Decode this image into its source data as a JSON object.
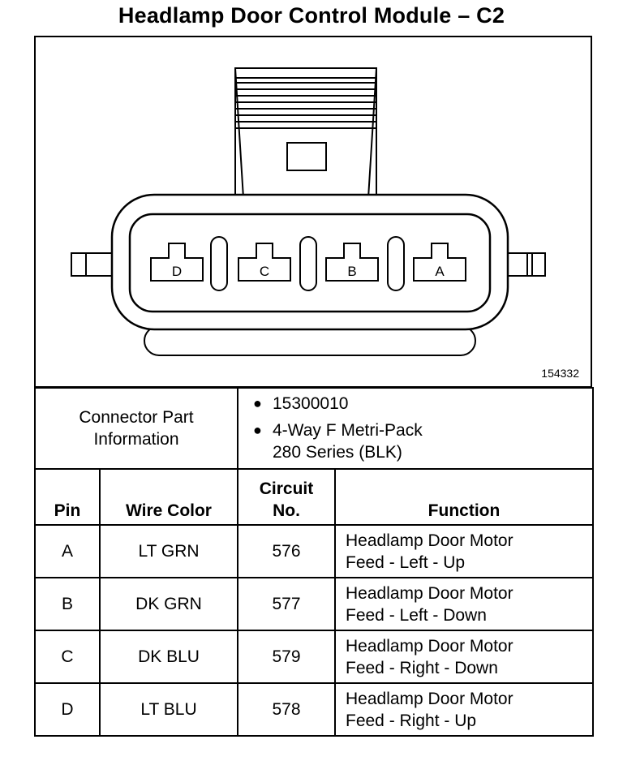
{
  "title": "Headlamp Door Control Module – C2",
  "figure_id": "154332",
  "pin_labels": [
    "D",
    "C",
    "B",
    "A"
  ],
  "connector_info": {
    "label_line1": "Connector Part",
    "label_line2": "Information",
    "items": [
      {
        "line1": "15300010",
        "line2": ""
      },
      {
        "line1": "4-Way F Metri-Pack",
        "line2": "280 Series (BLK)"
      }
    ]
  },
  "pins_table": {
    "headers": {
      "pin": "Pin",
      "wire_color": "Wire Color",
      "circuit_line1": "Circuit",
      "circuit_line2": "No.",
      "function": "Function"
    },
    "rows": [
      {
        "pin": "A",
        "wire_color": "LT GRN",
        "circuit": "576",
        "function_line1": "Headlamp Door Motor",
        "function_line2": "Feed - Left - Up"
      },
      {
        "pin": "B",
        "wire_color": "DK GRN",
        "circuit": "577",
        "function_line1": "Headlamp Door Motor",
        "function_line2": "Feed - Left - Down"
      },
      {
        "pin": "C",
        "wire_color": "DK BLU",
        "circuit": "579",
        "function_line1": "Headlamp Door Motor",
        "function_line2": "Feed - Right - Down"
      },
      {
        "pin": "D",
        "wire_color": "LT BLU",
        "circuit": "578",
        "function_line1": "Headlamp Door Motor",
        "function_line2": "Feed - Right - Up"
      }
    ]
  }
}
